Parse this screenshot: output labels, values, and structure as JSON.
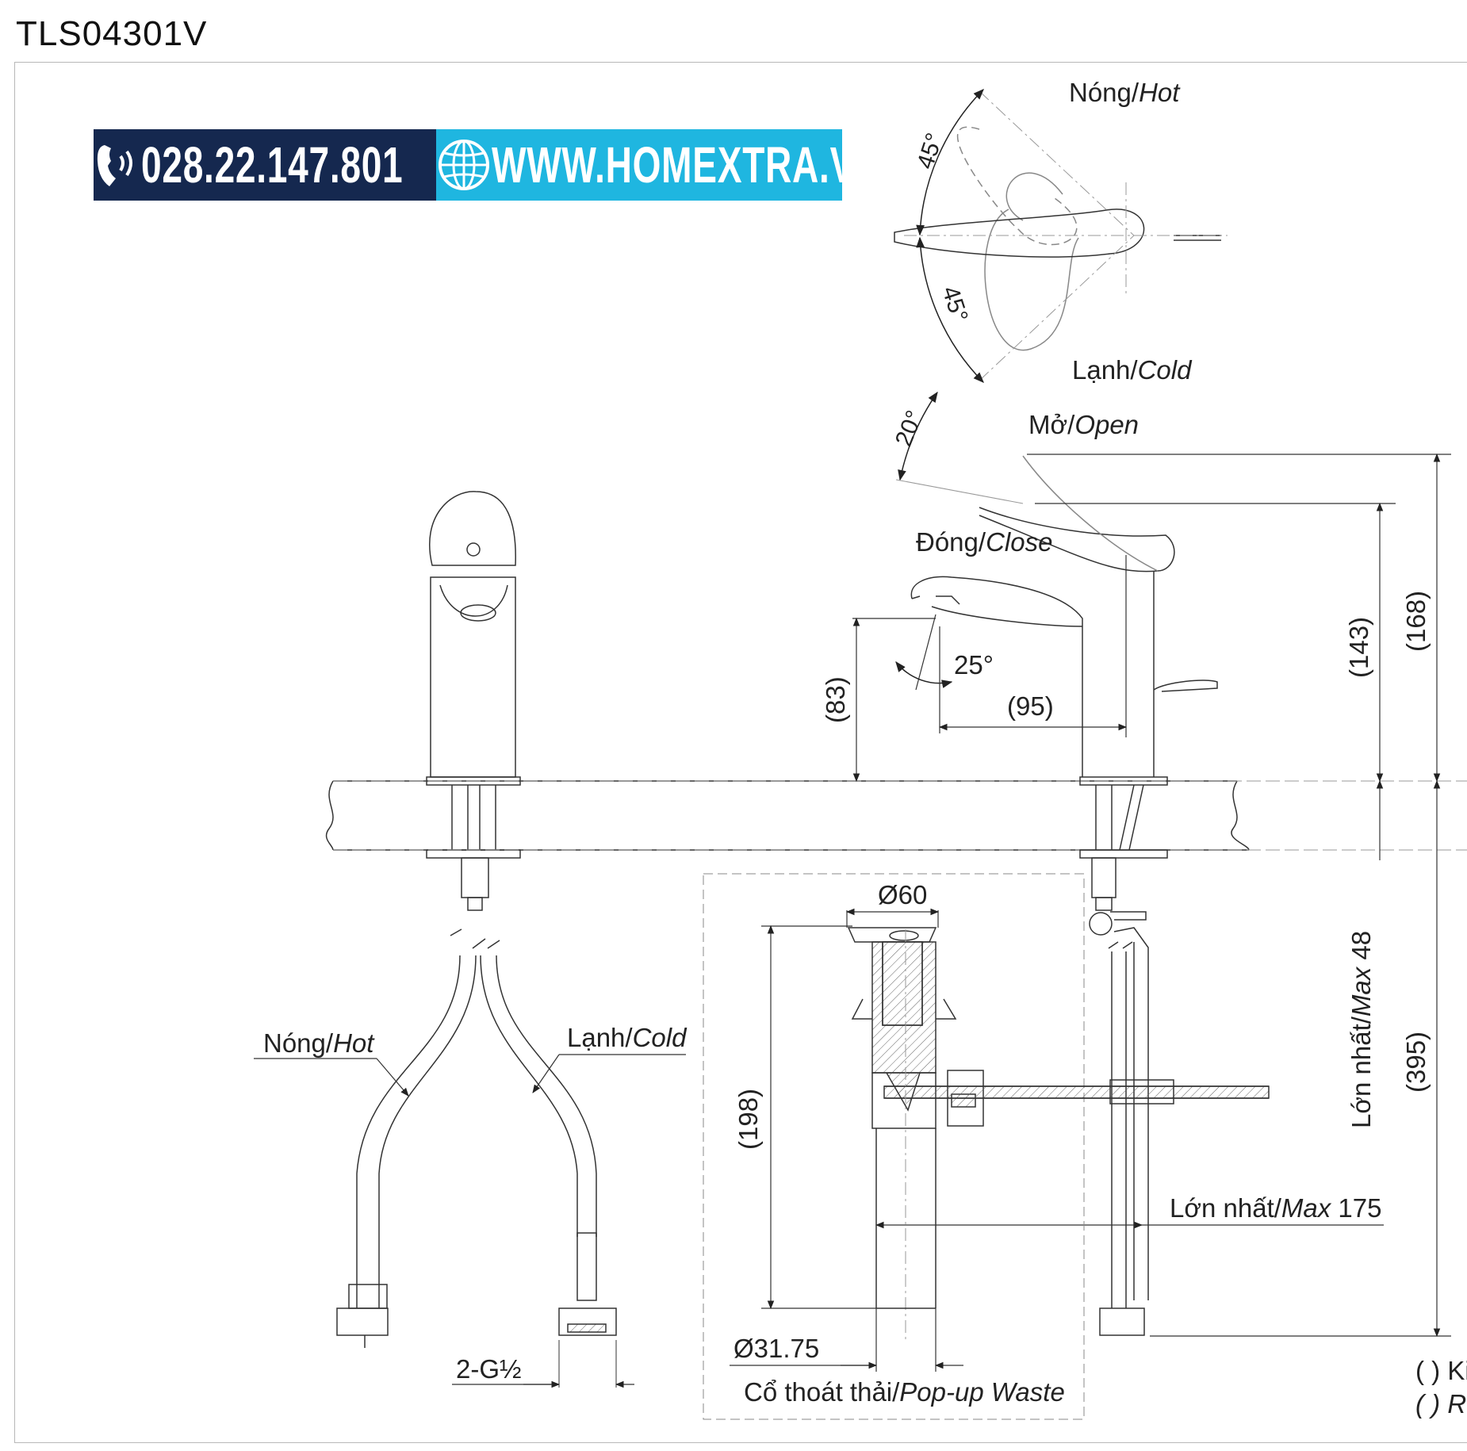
{
  "title": "TLS04301V",
  "banner": {
    "phone": "028.22.147.801",
    "website": "WWW.HOMEXTRA.VN",
    "colors": {
      "dark": "#15284f",
      "cyan": "#1fb6e0"
    },
    "icons": [
      "phone-icon",
      "globe-icon"
    ]
  },
  "labels": {
    "hot_top_vi": "Nóng/",
    "hot_top_en": "Hot",
    "cold_top_vi": "Lạnh/",
    "cold_top_en": "Cold",
    "angle_45_upper": "45°",
    "angle_45_lower": "45°",
    "angle_20": "20°",
    "open_vi": "Mở/",
    "open_en": "Open",
    "close_vi": "Đóng/",
    "close_en": "Close",
    "angle_25": "25°",
    "dim_83": "(83)",
    "dim_95": "(95)",
    "dim_143": "(143)",
    "dim_168": "(168)",
    "dim_60": "Ø60",
    "dim_198": "(198)",
    "max48_vi": "Lớn nhất/",
    "max48_en": "Max",
    "max48_val": " 48",
    "dim_395": "(395)",
    "max175_vi": "Lớn nhất/",
    "max175_en": "Max",
    "max175_val": " 175",
    "dim_3175": "Ø31.75",
    "popup_vi": "Cổ thoát thải/",
    "popup_en": "Pop-up Waste",
    "hot_hose_vi": "Nóng/",
    "hot_hose_en": "Hot",
    "cold_hose_vi": "Lạnh/",
    "cold_hose_en": "Cold",
    "thread": "2-G½",
    "note_line1": "( ) Ki",
    "note_line2": "( ) Re"
  }
}
